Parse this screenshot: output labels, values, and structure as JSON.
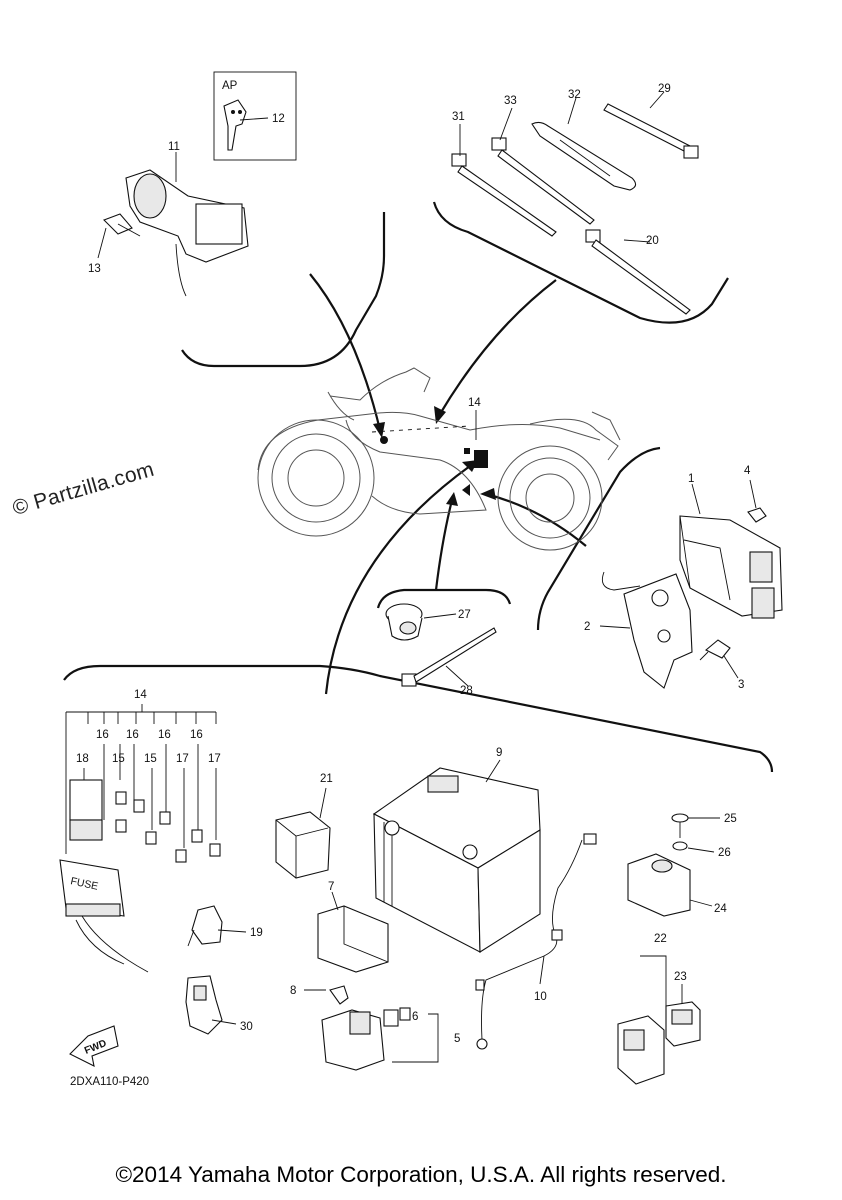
{
  "watermark": "© Partzilla.com",
  "reference_code": "2DXA110-P420",
  "copyright": "©2014 Yamaha Motor Corporation, U.S.A. All rights reserved.",
  "box_label": "AP",
  "fwd_label": "FWD",
  "fuse_label": "FUSE",
  "callouts": {
    "c1": "1",
    "c2": "2",
    "c3": "3",
    "c4": "4",
    "c5": "5",
    "c6": "6",
    "c7": "7",
    "c8": "8",
    "c9": "9",
    "c10": "10",
    "c11": "11",
    "c12": "12",
    "c13": "13",
    "c14a": "14",
    "c14b": "14",
    "c15a": "15",
    "c15b": "15",
    "c16a": "16",
    "c16b": "16",
    "c16c": "16",
    "c16d": "16",
    "c17a": "17",
    "c17b": "17",
    "c18": "18",
    "c19": "19",
    "c20": "20",
    "c21": "21",
    "c22": "22",
    "c23": "23",
    "c24": "24",
    "c25": "25",
    "c26": "26",
    "c27": "27",
    "c28": "28",
    "c29": "29",
    "c30": "30",
    "c31": "31",
    "c32": "32",
    "c33": "33"
  }
}
